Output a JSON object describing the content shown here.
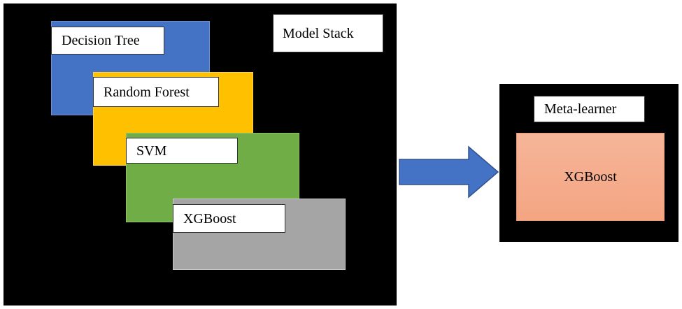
{
  "model_stack": {
    "title": "Model Stack",
    "models": [
      {
        "label": "Decision Tree",
        "color": "#4472c4"
      },
      {
        "label": "Random Forest",
        "color": "#ffc000"
      },
      {
        "label": "SVM",
        "color": "#70ad47"
      },
      {
        "label": "XGBoost",
        "color": "#a5a5a5"
      }
    ]
  },
  "arrow": {
    "color": "#4472c4",
    "stroke": "#2f528f"
  },
  "meta_learner": {
    "title": "Meta-learner",
    "model": {
      "label": "XGBoost",
      "color": "#f4a582"
    }
  }
}
